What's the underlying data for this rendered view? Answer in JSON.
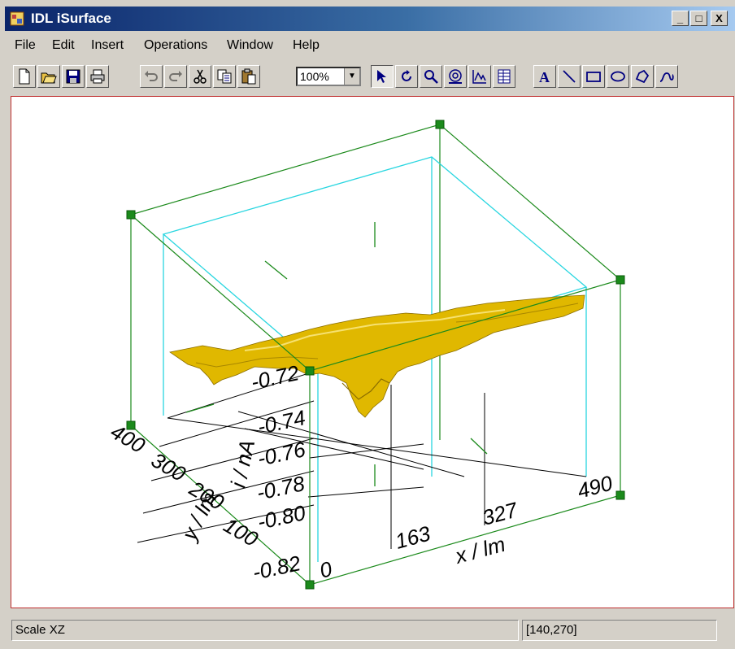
{
  "window": {
    "title": "IDL iSurface",
    "controls": {
      "minimize": "_",
      "maximize": "□",
      "close": "X"
    }
  },
  "menu": [
    "File",
    "Edit",
    "Insert",
    "Operations",
    "Window",
    "Help"
  ],
  "toolbar": {
    "zoom_value": "100%",
    "text_tool_label": "A",
    "buttons": [
      {
        "name": "new-icon",
        "enabled": true
      },
      {
        "name": "open-icon",
        "enabled": true
      },
      {
        "name": "save-icon",
        "enabled": true
      },
      {
        "name": "print-icon",
        "enabled": true
      },
      {
        "name": "undo-icon",
        "enabled": false
      },
      {
        "name": "redo-icon",
        "enabled": false
      },
      {
        "name": "cut-icon",
        "enabled": true
      },
      {
        "name": "copy-icon",
        "enabled": true
      },
      {
        "name": "paste-icon",
        "enabled": true
      },
      {
        "name": "select-arrow-icon",
        "enabled": true,
        "pressed": true
      },
      {
        "name": "rotate-icon",
        "enabled": true
      },
      {
        "name": "zoom-icon",
        "enabled": true
      },
      {
        "name": "view-pan-icon",
        "enabled": true
      },
      {
        "name": "line-profile-icon",
        "enabled": true
      },
      {
        "name": "data-table-icon",
        "enabled": true
      },
      {
        "name": "text-icon",
        "enabled": true
      },
      {
        "name": "line-draw-icon",
        "enabled": true
      },
      {
        "name": "rectangle-icon",
        "enabled": true
      },
      {
        "name": "ellipse-icon",
        "enabled": true
      },
      {
        "name": "polygon-icon",
        "enabled": true
      },
      {
        "name": "freehand-icon",
        "enabled": true
      }
    ]
  },
  "plot": {
    "surface_color": "#e0b800",
    "box_color": "#1b8a1b",
    "inner_box_color": "#29d6e0",
    "x_axis": {
      "label": "x / lm",
      "ticks": [
        "0",
        "163",
        "327",
        "490"
      ]
    },
    "y_axis": {
      "label": "y / lm",
      "ticks": [
        "100",
        "200",
        "300",
        "400"
      ]
    },
    "z_axis": {
      "label": "i / nA",
      "ticks": [
        "-0.82",
        "-0.80",
        "-0.78",
        "-0.76",
        "-0.74",
        "-0.72"
      ]
    }
  },
  "status": {
    "mode": "Scale XZ",
    "coords": "[140,270]"
  }
}
